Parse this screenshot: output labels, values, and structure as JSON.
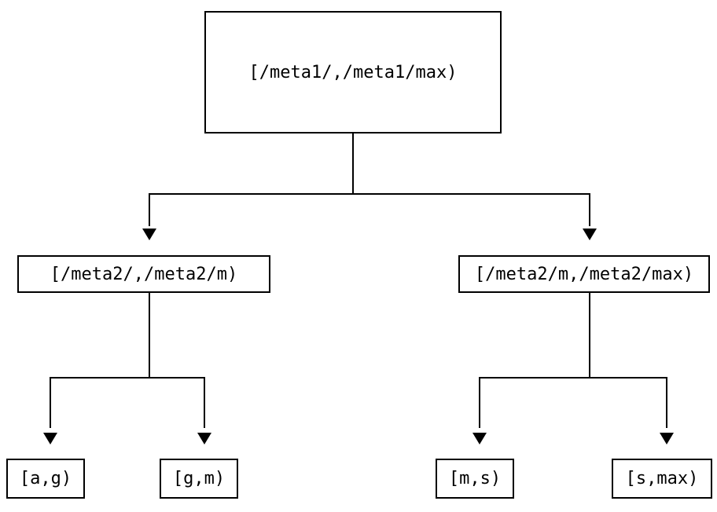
{
  "diagram": {
    "type": "tree",
    "background_color": "#ffffff",
    "line_color": "#000000",
    "text_color": "#000000",
    "nodes": {
      "root": {
        "label": "[/meta1/,/meta1/max)",
        "level": 0
      },
      "left": {
        "label": "[/meta2/,/meta2/m)",
        "level": 1,
        "parent": "root"
      },
      "right": {
        "label": "[/meta2/m,/meta2/max)",
        "level": 1,
        "parent": "root"
      },
      "leaf_ag": {
        "label": "[a,g)",
        "level": 2,
        "parent": "left"
      },
      "leaf_gm": {
        "label": "[g,m)",
        "level": 2,
        "parent": "left"
      },
      "leaf_ms": {
        "label": "[m,s)",
        "level": 2,
        "parent": "right"
      },
      "leaf_smax": {
        "label": "[s,max)",
        "level": 2,
        "parent": "right"
      }
    }
  }
}
